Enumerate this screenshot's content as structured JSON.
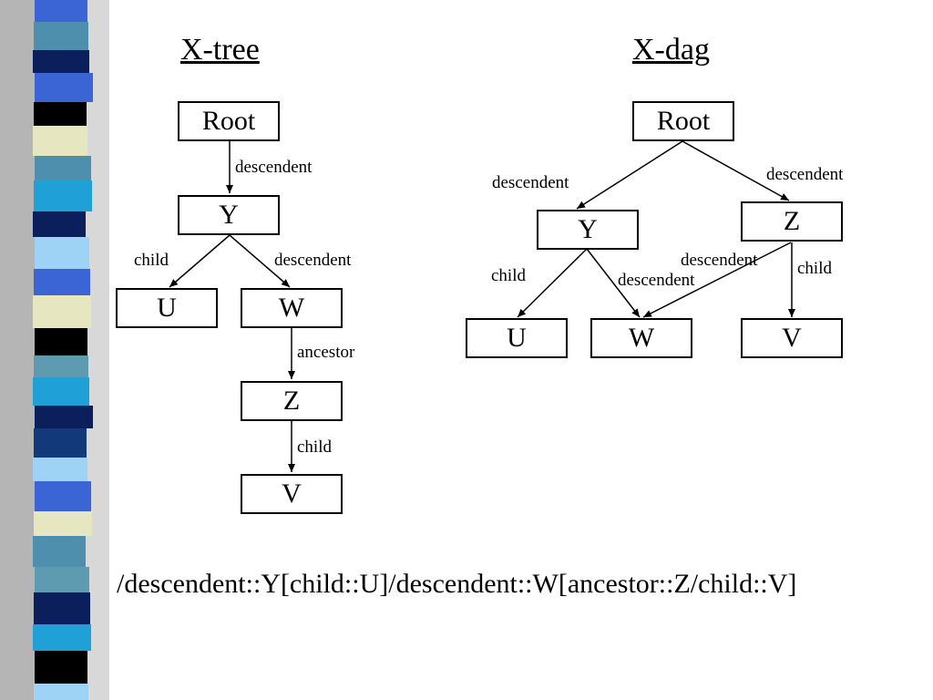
{
  "theme": {
    "stripe_colors": [
      "#3b64d4",
      "#4f8fae",
      "#0a1f5c",
      "#e6e6c0",
      "#000000",
      "#9fd3f5",
      "#1fa1d8",
      "#123a7a",
      "#5f9bb0"
    ]
  },
  "xtree": {
    "title": "X-tree",
    "nodes": {
      "root": "Root",
      "y": "Y",
      "u": "U",
      "w": "W",
      "z": "Z",
      "v": "V"
    },
    "edges": {
      "root_y": "descendent",
      "y_u": "child",
      "y_w": "descendent",
      "w_z": "ancestor",
      "z_v": "child"
    }
  },
  "xdag": {
    "title": "X-dag",
    "nodes": {
      "root": "Root",
      "y": "Y",
      "z": "Z",
      "u": "U",
      "w": "W",
      "v": "V"
    },
    "edges": {
      "root_y": "descendent",
      "root_z": "descendent",
      "y_u": "child",
      "y_w": "descendent",
      "z_w": "descendent",
      "z_v": "child"
    }
  },
  "query": "/descendent::Y[child::U]/descendent::W[ancestor::Z/child::V]"
}
